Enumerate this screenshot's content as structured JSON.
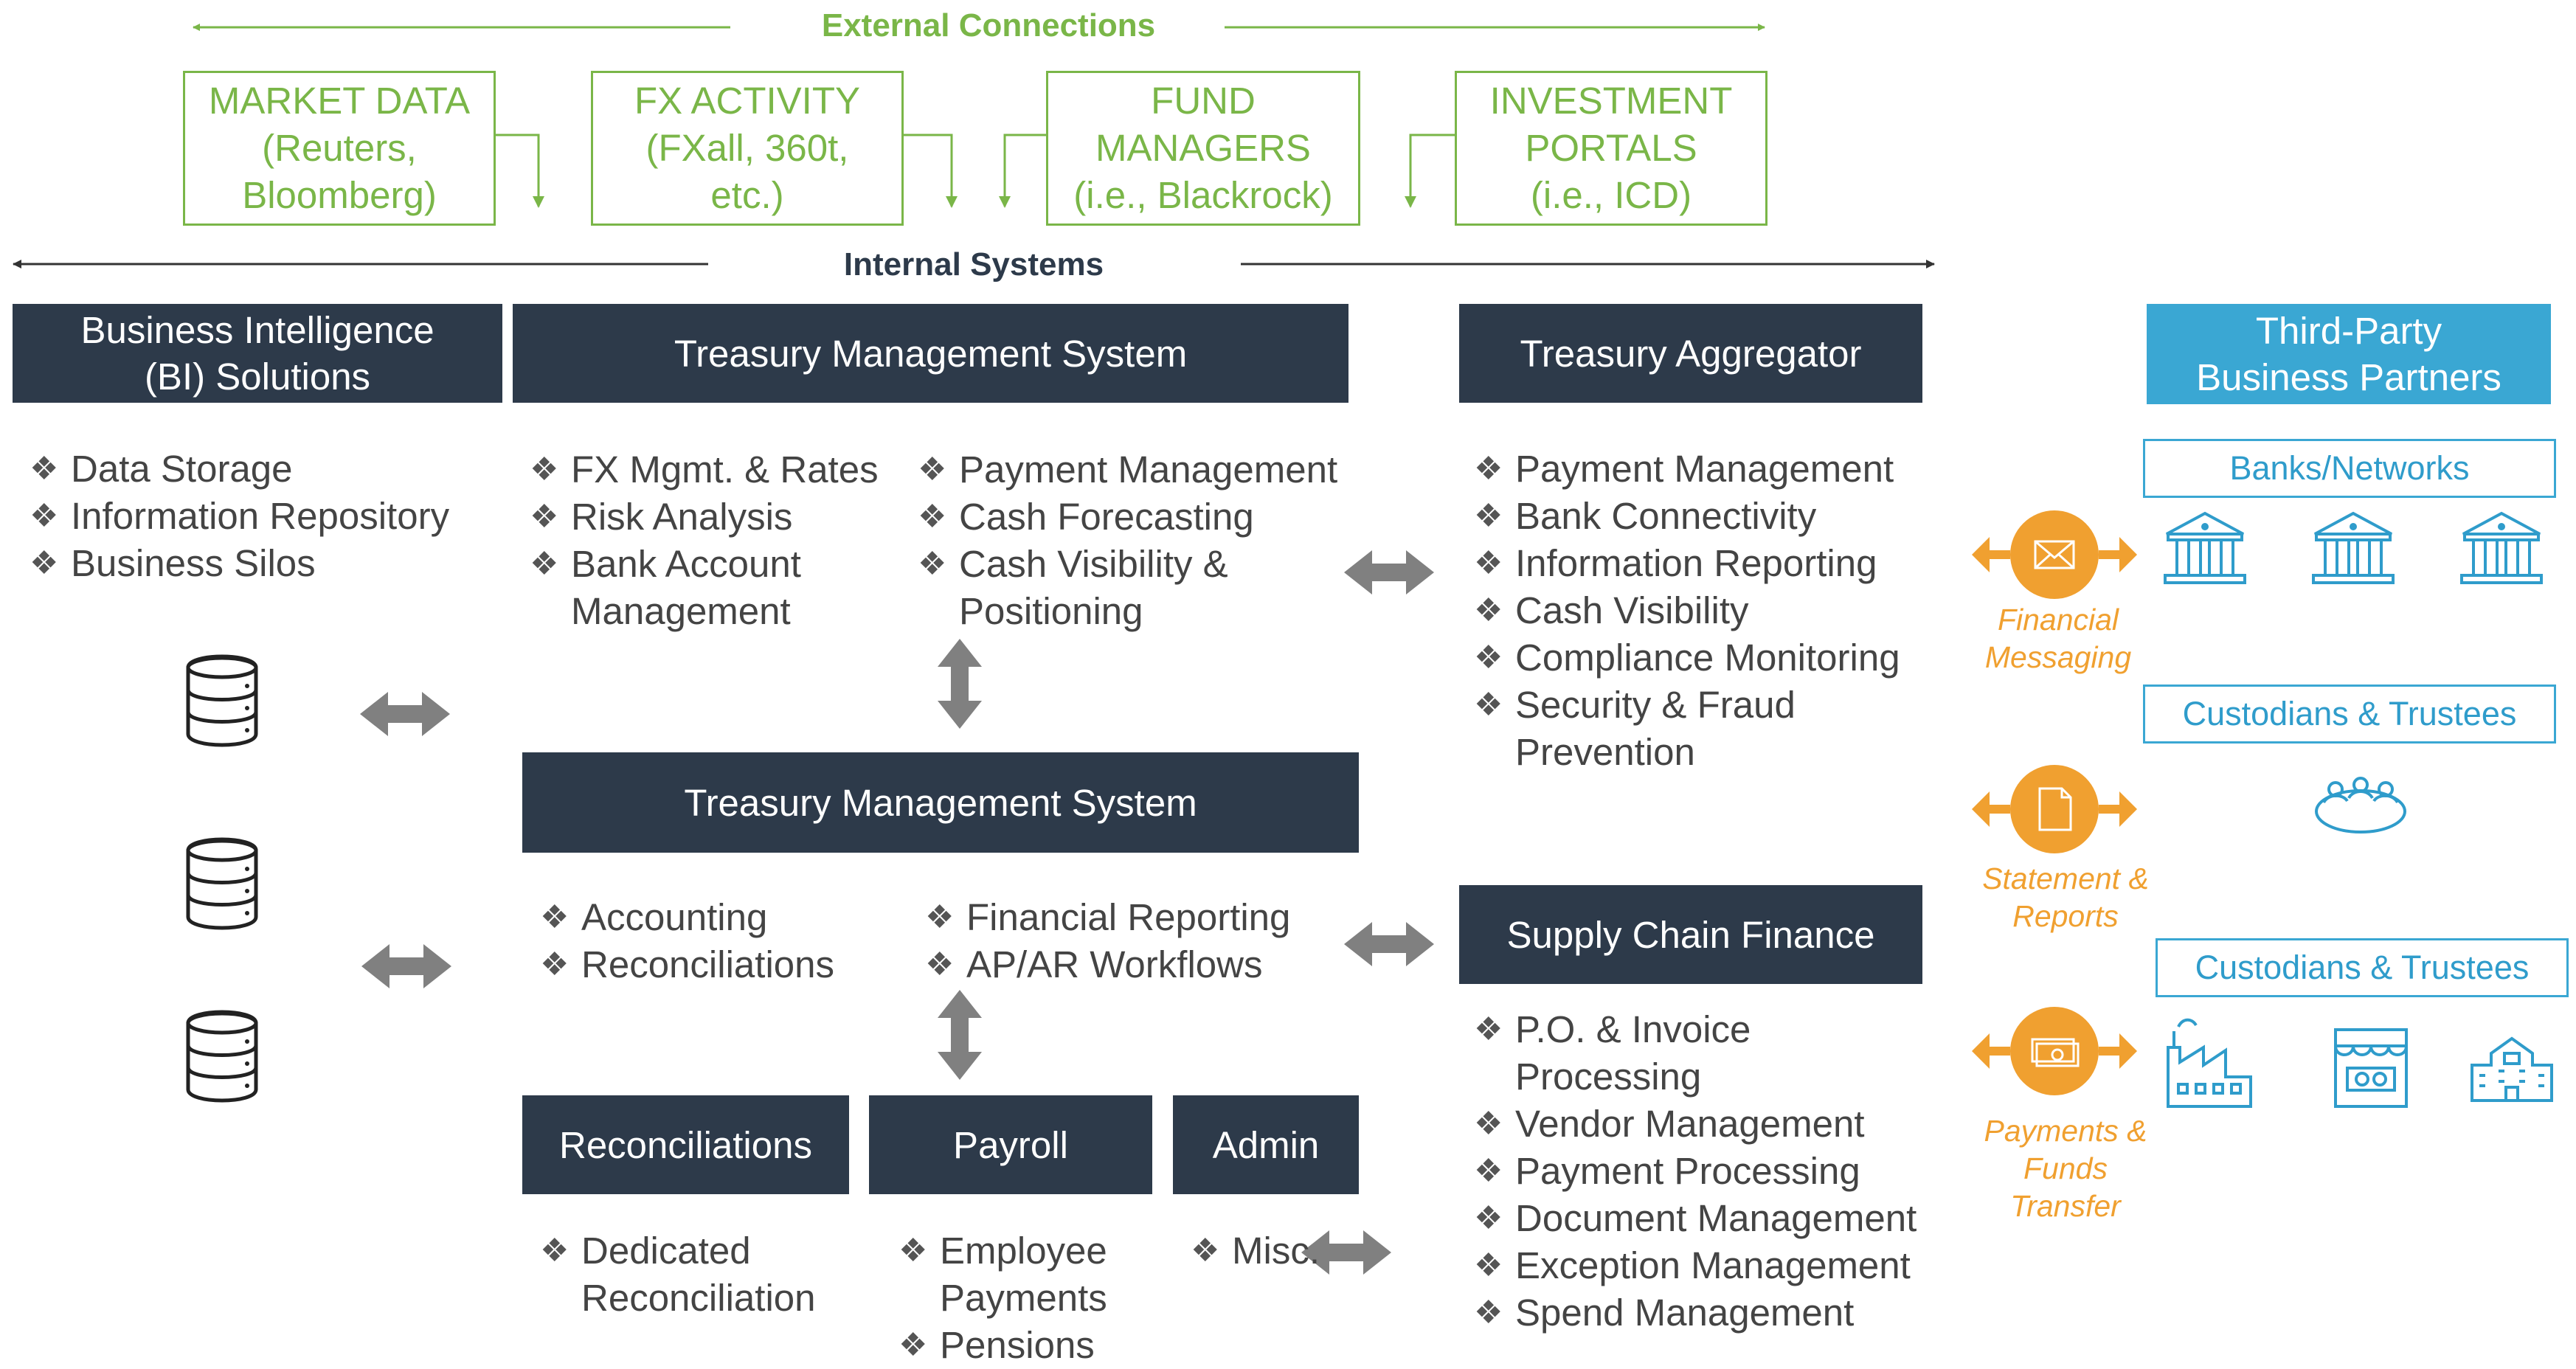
{
  "headers": {
    "external": "External Connections",
    "internal": "Internal Systems"
  },
  "external_boxes": [
    {
      "lines": [
        "MARKET DATA",
        "(Reuters,",
        "Bloomberg)"
      ]
    },
    {
      "lines": [
        "FX ACTIVITY",
        "(FXall, 360t,",
        "etc.)"
      ]
    },
    {
      "lines": [
        "FUND",
        "MANAGERS",
        "(i.e., Blackrock)"
      ]
    },
    {
      "lines": [
        "INVESTMENT",
        "PORTALS",
        "(i.e., ICD)"
      ]
    }
  ],
  "bi": {
    "title_lines": [
      "Business Intelligence",
      "(BI) Solutions"
    ],
    "items": [
      "Data Storage",
      "Information Repository",
      "Business Silos"
    ]
  },
  "tms_top": {
    "title": "Treasury Management System",
    "col1": [
      "FX Mgmt. & Rates",
      "Risk Analysis",
      "Bank Account",
      "Management"
    ],
    "col2": [
      "Payment Management",
      "Cash Forecasting",
      "Cash Visibility &",
      "Positioning"
    ]
  },
  "tms_mid": {
    "title": "Treasury Management System",
    "col1": [
      "Accounting",
      "Reconciliations"
    ],
    "col2": [
      "Financial Reporting",
      "AP/AR Workflows"
    ]
  },
  "bottom_modules": [
    {
      "title": "Reconciliations",
      "items": [
        "Dedicated",
        "Reconciliation"
      ]
    },
    {
      "title": "Payroll",
      "items": [
        "Employee",
        "Payments",
        "Pensions"
      ]
    },
    {
      "title": "Admin",
      "items": [
        "Misc."
      ]
    }
  ],
  "aggregator": {
    "title": "Treasury Aggregator",
    "items": [
      "Payment Management",
      "Bank Connectivity",
      "Information Reporting",
      "Cash Visibility",
      "Compliance Monitoring",
      "Security & Fraud",
      "Prevention"
    ]
  },
  "scf": {
    "title": "Supply Chain Finance",
    "items": [
      "P.O. & Invoice",
      "Processing",
      "Vendor Management",
      "Payment Processing",
      "Document Management",
      "Exception Management",
      "Spend Management"
    ]
  },
  "third_party": {
    "title_lines": [
      "Third-Party",
      "Business Partners"
    ],
    "partners": [
      "Banks/Networks",
      "Custodians & Trustees",
      "Custodians & Trustees"
    ]
  },
  "flows": [
    {
      "lines": [
        "Financial",
        "Messaging"
      ],
      "icon": "envelope-icon"
    },
    {
      "lines": [
        "Statement &",
        "Reports"
      ],
      "icon": "document-icon"
    },
    {
      "lines": [
        "Payments &",
        "Funds",
        "Transfer"
      ],
      "icon": "money-icon"
    }
  ],
  "colors": {
    "navy": "#2d3a4a",
    "green": "#7ab648",
    "blue": "#3aa7d3",
    "orange": "#f0a030",
    "gray_arrow": "#808080"
  }
}
